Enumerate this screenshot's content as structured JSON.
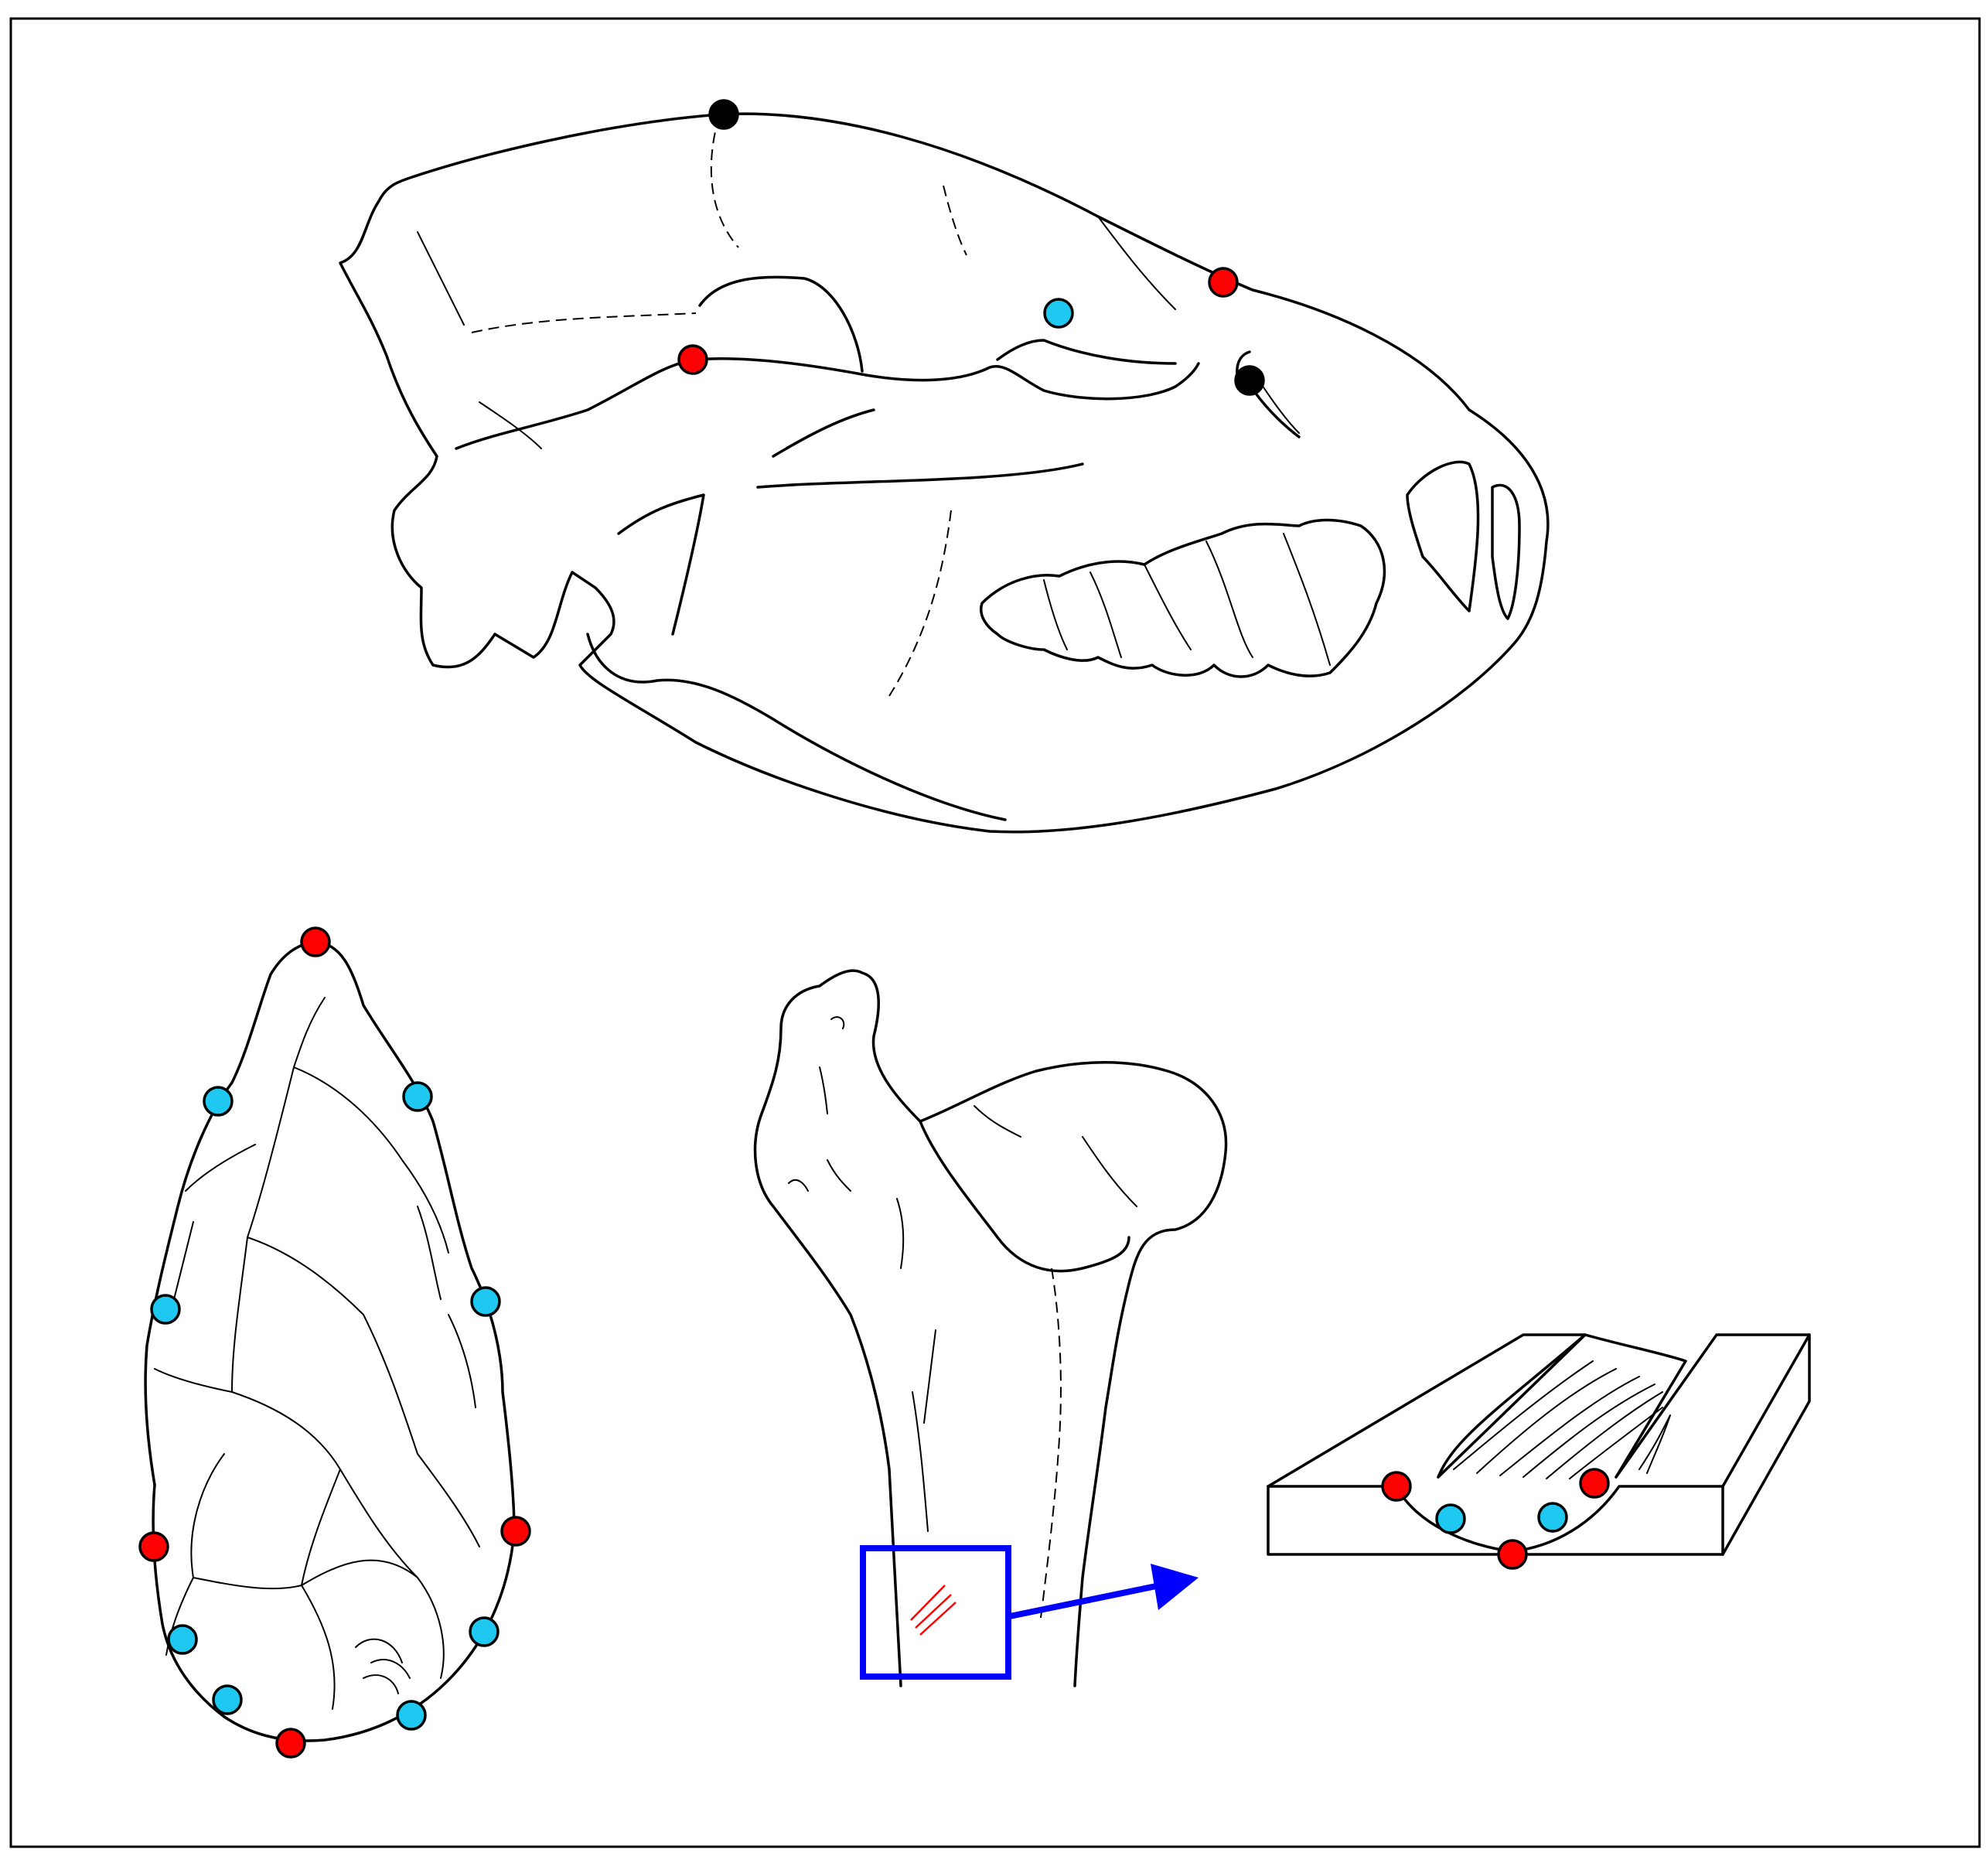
{
  "figure": {
    "colors": {
      "landmark_fixed": "#000000",
      "landmark_type_a": "#ff0000",
      "landmark_type_b": "#1ec8f0",
      "highlight": "#0000ff",
      "cut_marks": "#ff0000",
      "outline": "#000000",
      "frame": "#000000"
    },
    "panels": [
      {
        "name": "skull",
        "icon": "canid-skull-lateral-view"
      },
      {
        "name": "handaxe",
        "icon": "stone-handaxe"
      },
      {
        "name": "femur",
        "icon": "proximal-femur-with-cut-marks"
      },
      {
        "name": "cut-mark-cross-section",
        "icon": "cut-mark-profile-block"
      }
    ]
  }
}
